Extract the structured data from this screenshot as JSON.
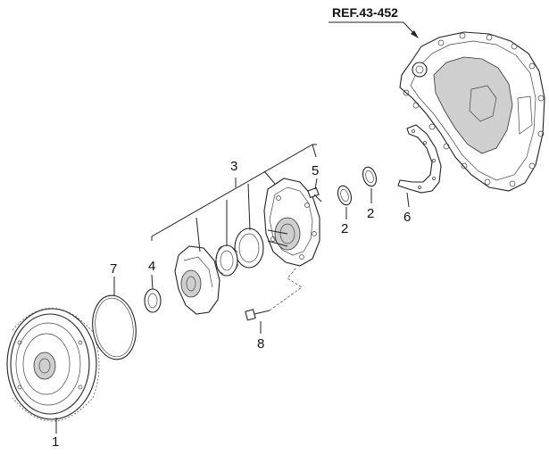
{
  "reference": {
    "text": "REF.43-452"
  },
  "callouts": [
    {
      "id": "1",
      "text": "1"
    },
    {
      "id": "2a",
      "text": "2"
    },
    {
      "id": "2b",
      "text": "2"
    },
    {
      "id": "3",
      "text": "3"
    },
    {
      "id": "4",
      "text": "4"
    },
    {
      "id": "5",
      "text": "5"
    },
    {
      "id": "6",
      "text": "6"
    },
    {
      "id": "7",
      "text": "7"
    },
    {
      "id": "8",
      "text": "8"
    }
  ]
}
